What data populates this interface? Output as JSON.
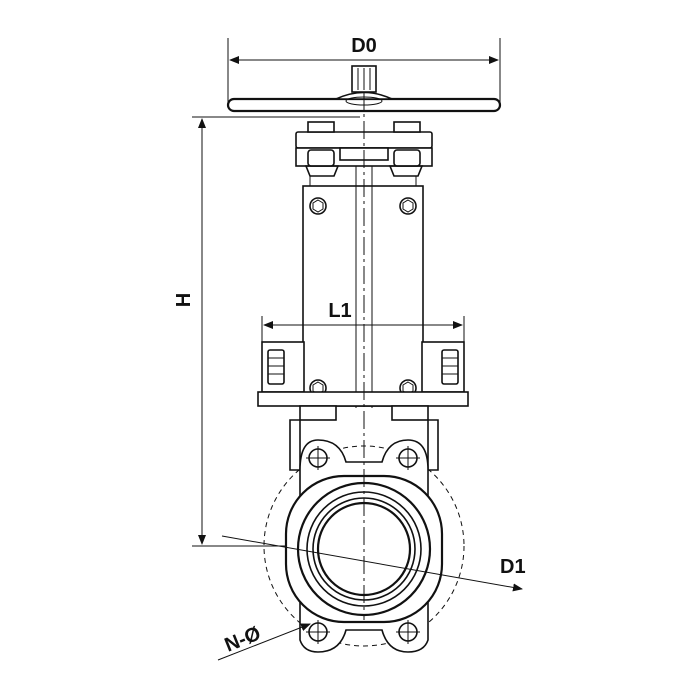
{
  "diagram": {
    "labels": {
      "d0": "D0",
      "h": "H",
      "l1": "L1",
      "d1": "D1",
      "n_phi": "N-Ø"
    }
  }
}
